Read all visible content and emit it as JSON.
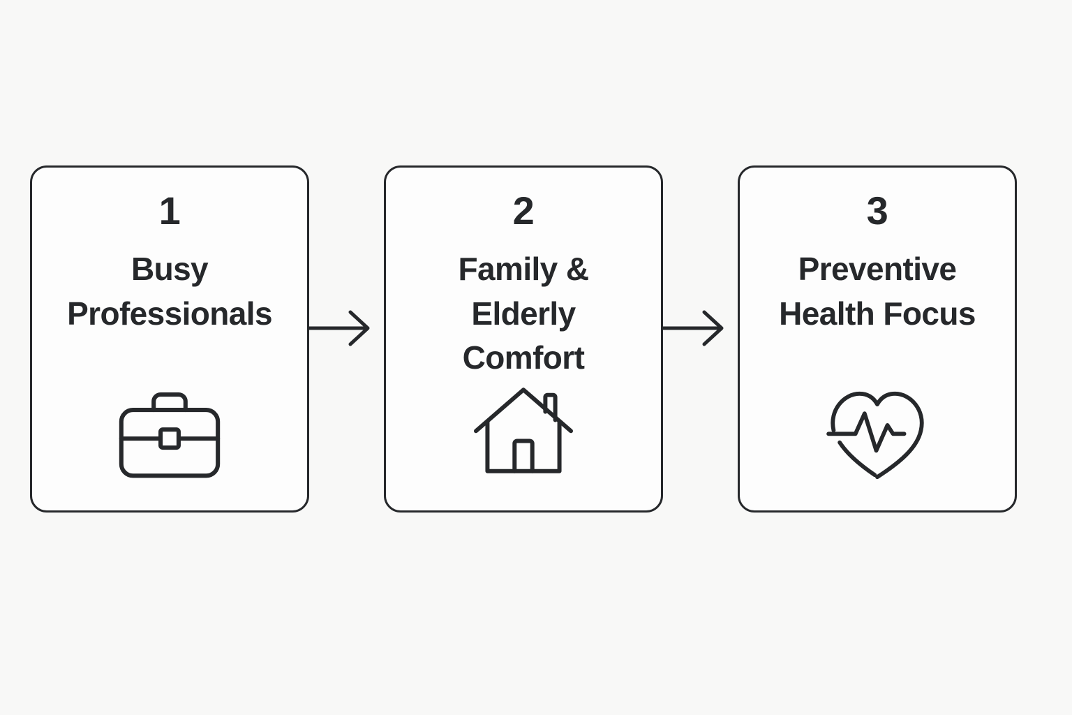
{
  "page": {
    "background_color": "#f8f8f7",
    "card_background_color": "#fdfdfd",
    "line_color": "#26282b"
  },
  "steps": [
    {
      "number": "1",
      "title": "Busy\nProfessionals",
      "icon": "briefcase-icon"
    },
    {
      "number": "2",
      "title": "Family &\nElderly\nComfort",
      "icon": "house-icon"
    },
    {
      "number": "3",
      "title": "Preventive\nHealth Focus",
      "icon": "heart-pulse-icon"
    }
  ]
}
